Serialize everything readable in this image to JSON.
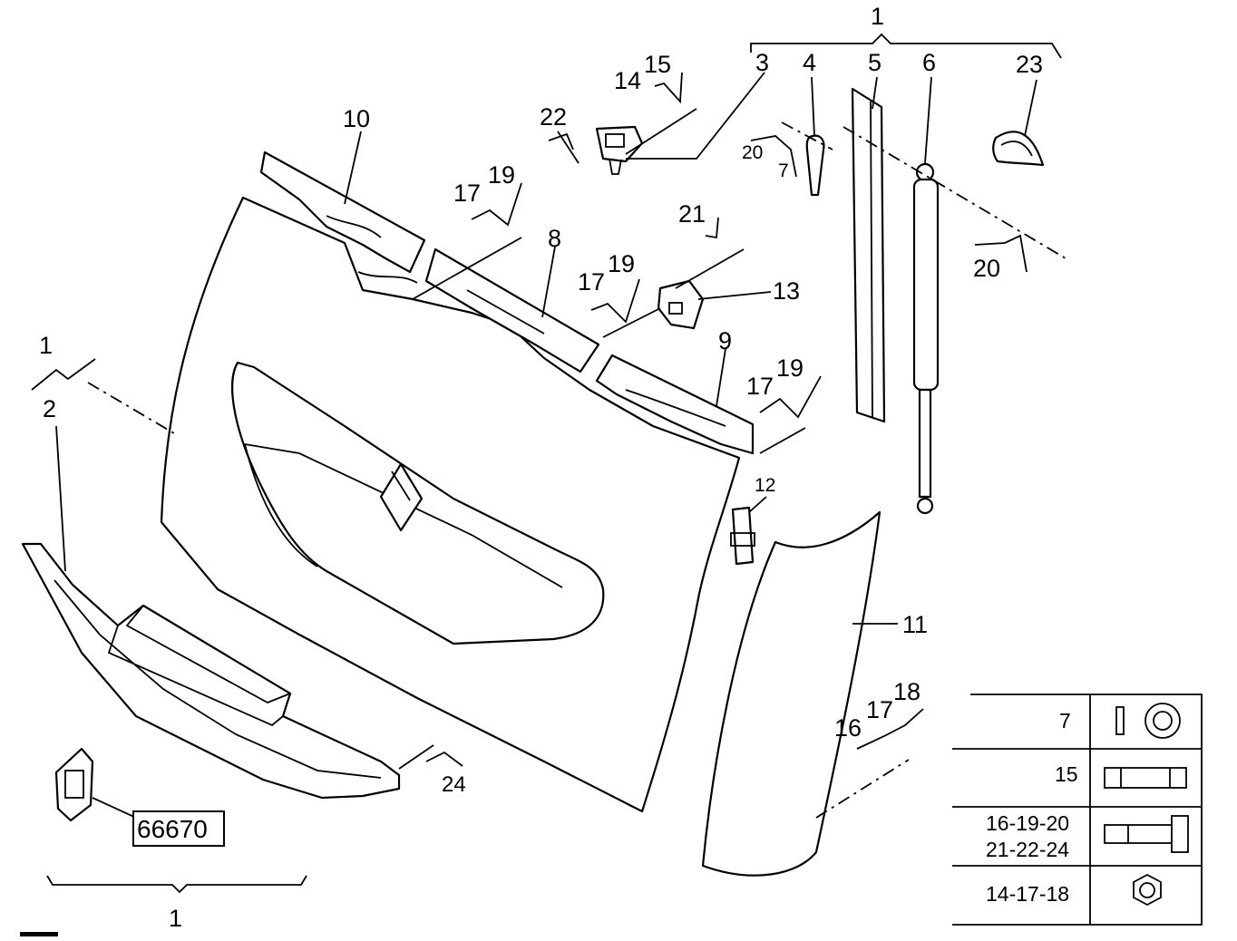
{
  "diagram": {
    "callouts": {
      "c1_top": "1",
      "c3": "3",
      "c4": "4",
      "c5": "5",
      "c6": "6",
      "c23": "23",
      "c15": "15",
      "c14": "14",
      "c22": "22",
      "c10": "10",
      "c19a": "19",
      "c17a": "17",
      "c21": "21",
      "c8": "8",
      "c19b": "19",
      "c17b": "17",
      "c13": "13",
      "c9": "9",
      "c19c": "19",
      "c17c": "17",
      "c20a": "20",
      "c7": "7",
      "c20b": "20",
      "c1_left": "1",
      "c2": "2",
      "c12": "12",
      "c11": "11",
      "c18": "18",
      "c17d": "17",
      "c16": "16",
      "c24": "24",
      "c1_bottom": "1"
    },
    "reference_box": "66670"
  },
  "legend_table": {
    "rows": [
      {
        "label_line1": "7",
        "label_line2": "",
        "icons": [
          "pin-icon",
          "washer-icon"
        ]
      },
      {
        "label_line1": "15",
        "label_line2": "",
        "icons": [
          "spacer-sleeve-icon"
        ]
      },
      {
        "label_line1": "16-19-20",
        "label_line2": "21-22-24",
        "icons": [
          "screw-icon"
        ]
      },
      {
        "label_line1": "14-17-18",
        "label_line2": "",
        "icons": [
          "nut-icon"
        ]
      }
    ]
  }
}
